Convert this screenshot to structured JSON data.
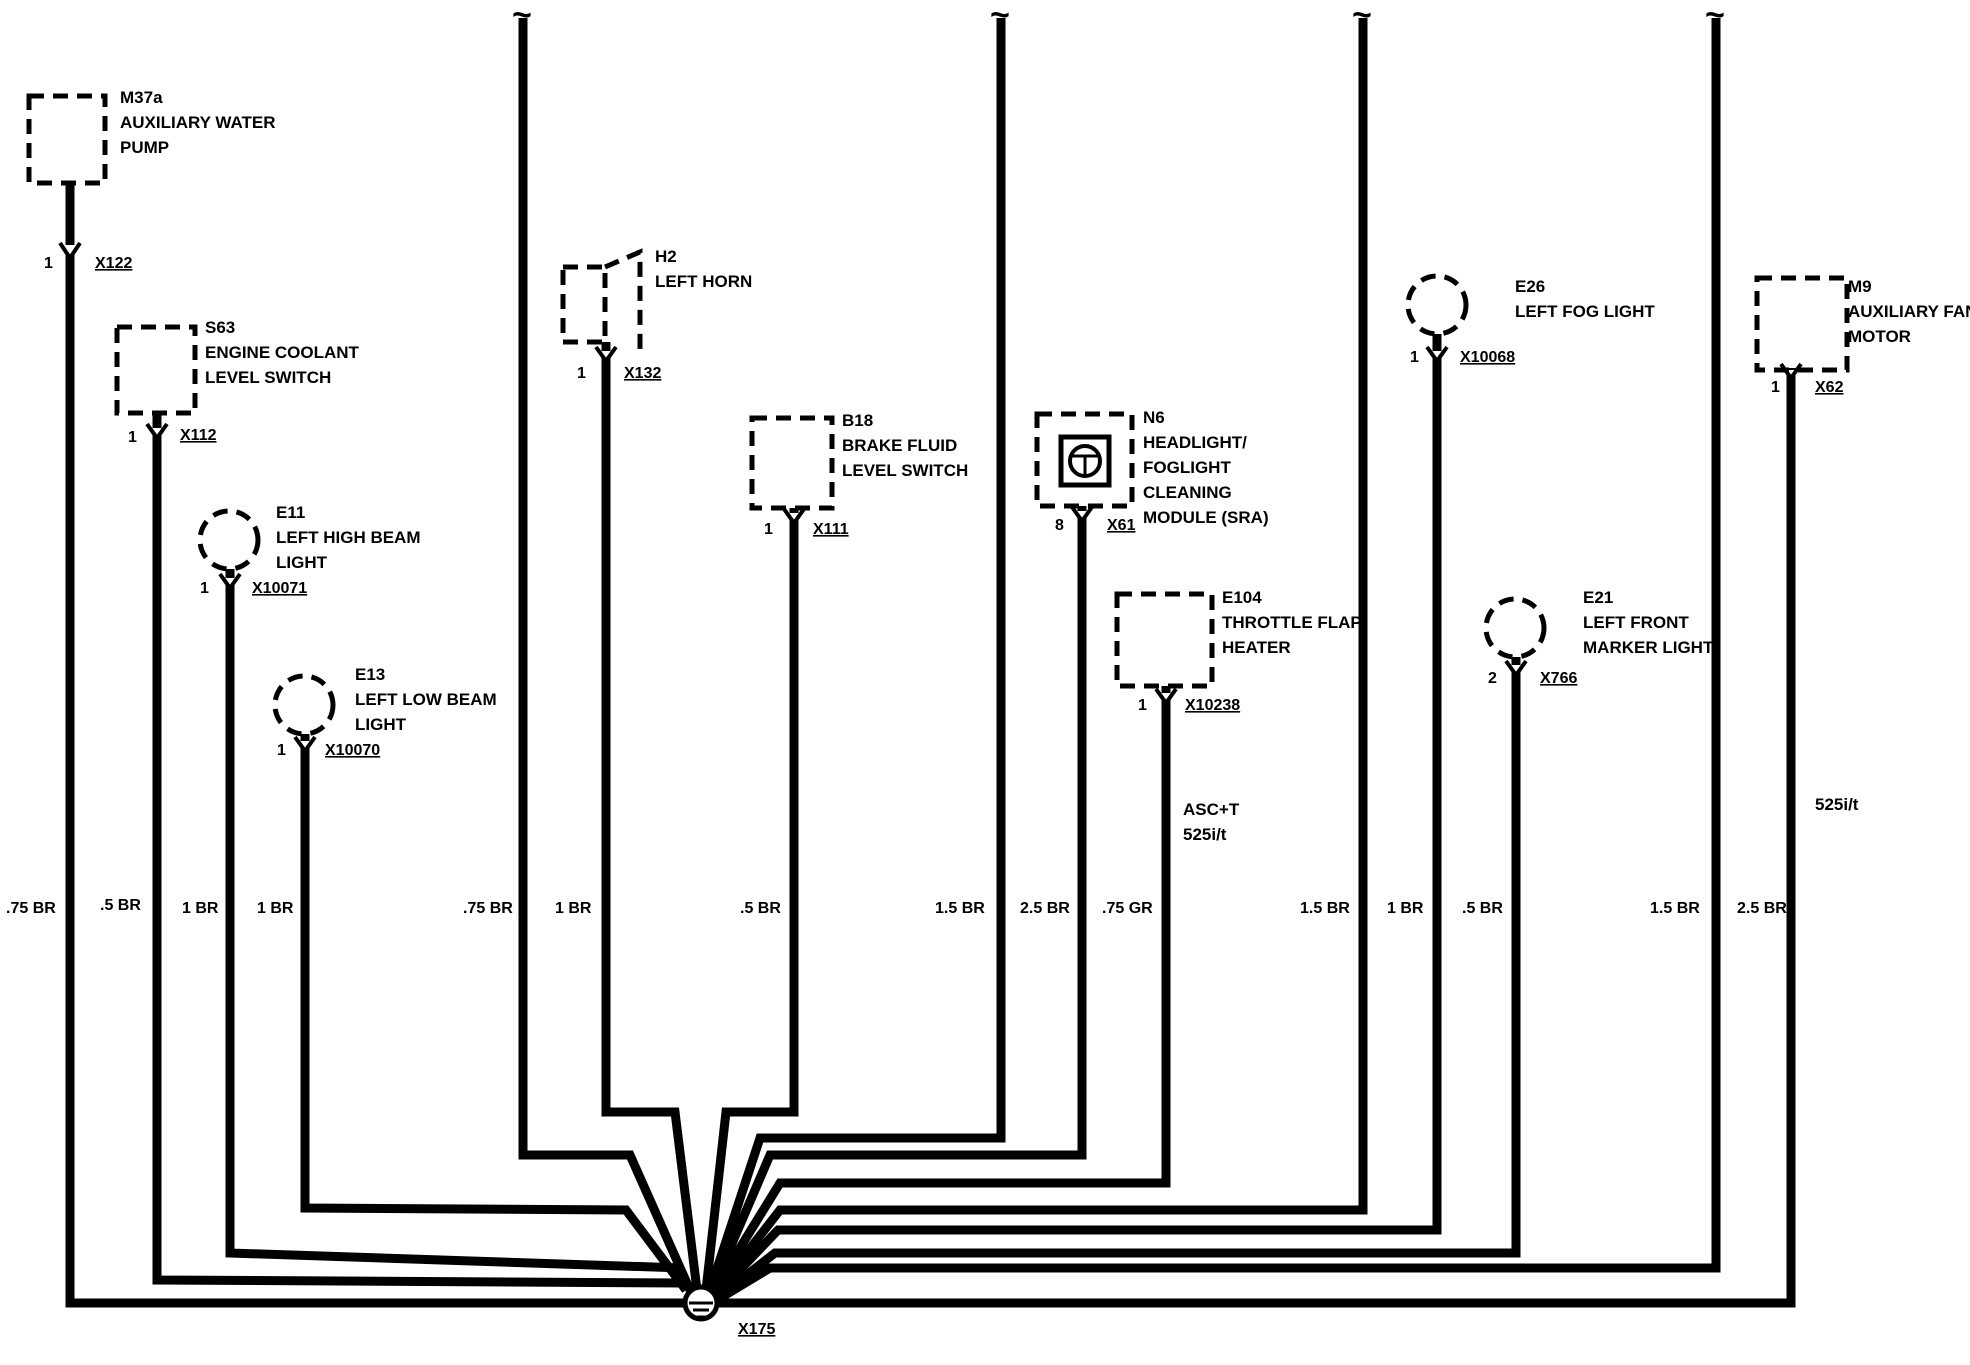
{
  "diagram": {
    "ground": {
      "connector": "X175"
    },
    "components": [
      {
        "id": "M37a",
        "lines": [
          "M37a",
          "AUXILIARY WATER",
          "PUMP"
        ],
        "pin": "1",
        "connector": "X122"
      },
      {
        "id": "S63",
        "lines": [
          "S63",
          "ENGINE COOLANT",
          "LEVEL SWITCH"
        ],
        "pin": "1",
        "connector": "X112"
      },
      {
        "id": "E11",
        "lines": [
          "E11",
          "LEFT HIGH BEAM",
          "LIGHT"
        ],
        "pin": "1",
        "connector": "X10071"
      },
      {
        "id": "E13",
        "lines": [
          "E13",
          "LEFT LOW BEAM",
          "LIGHT"
        ],
        "pin": "1",
        "connector": "X10070"
      },
      {
        "id": "H2",
        "lines": [
          "H2",
          "LEFT HORN"
        ],
        "pin": "1",
        "connector": "X132"
      },
      {
        "id": "B18",
        "lines": [
          "B18",
          "BRAKE FLUID",
          "LEVEL SWITCH"
        ],
        "pin": "1",
        "connector": "X111"
      },
      {
        "id": "N6",
        "lines": [
          "N6",
          "HEADLIGHT/",
          "FOGLIGHT",
          "CLEANING",
          "MODULE (SRA)"
        ],
        "pin": "8",
        "connector": "X61"
      },
      {
        "id": "E104",
        "lines": [
          "E104",
          "THROTTLE FLAP",
          "HEATER"
        ],
        "pin": "1",
        "connector": "X10238"
      },
      {
        "id": "E26",
        "lines": [
          "E26",
          "LEFT FOG LIGHT"
        ],
        "pin": "1",
        "connector": "X10068"
      },
      {
        "id": "E21",
        "lines": [
          "E21",
          "LEFT FRONT",
          "MARKER LIGHT"
        ],
        "pin": "2",
        "connector": "X766"
      },
      {
        "id": "M9",
        "lines": [
          "M9",
          "AUXILIARY FAN",
          "MOTOR"
        ],
        "pin": "1",
        "connector": "X62"
      }
    ],
    "wire_gauges": [
      ".75 BR",
      ".5 BR",
      "1 BR",
      "1 BR",
      ".75 BR",
      "1 BR",
      ".5 BR",
      "1.5 BR",
      "2.5 BR",
      ".75 GR",
      "1.5 BR",
      "1 BR",
      ".5 BR",
      "1.5 BR",
      "2.5 BR"
    ],
    "notes": {
      "throttle": [
        "ASC+T",
        "525i/t"
      ],
      "fan": "525i/t"
    },
    "break_symbol": "~"
  }
}
